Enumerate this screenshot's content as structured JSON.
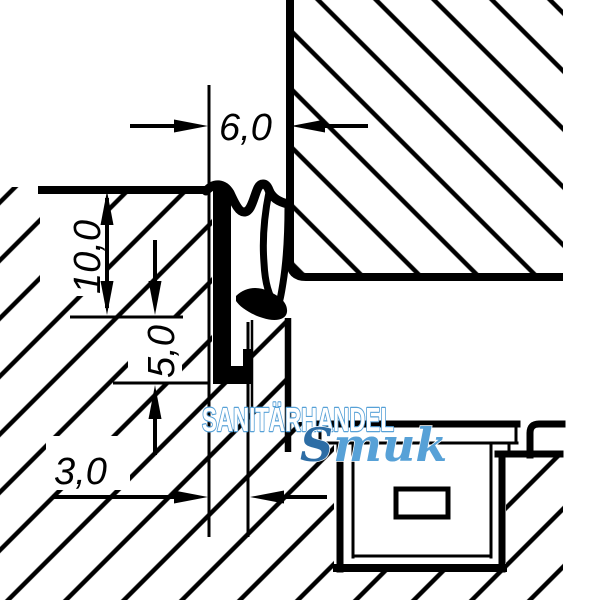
{
  "drawing": {
    "dimensions": {
      "seal_width": {
        "label": "6,0"
      },
      "groove_depth": {
        "label": "10,0"
      },
      "gap_height": {
        "label": "5,0"
      },
      "foot_width": {
        "label": "3,0"
      }
    },
    "watermark": {
      "brand": "SANITÄRHANDEL",
      "brand_script_initial": "S",
      "brand_script_rest": "muk",
      "accent_light": "#57a1d7",
      "accent_dark": "#2d6da5"
    },
    "ink": "#000000"
  }
}
